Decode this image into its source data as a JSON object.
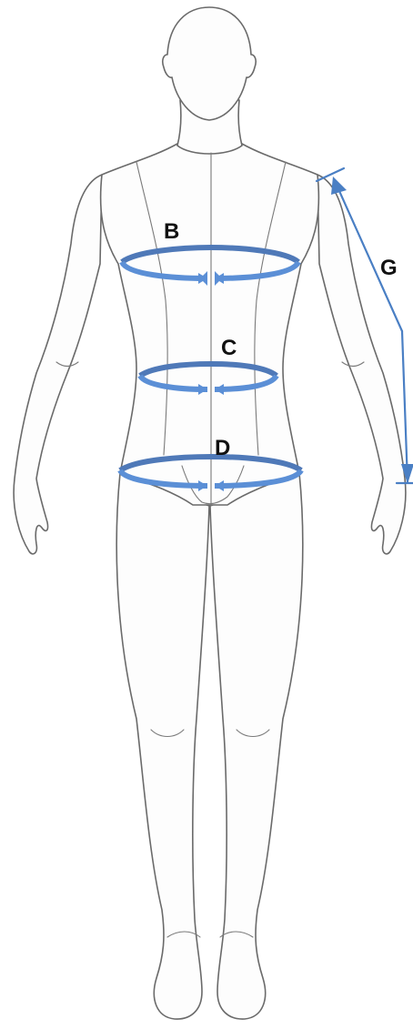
{
  "labels": {
    "b": "B",
    "c": "C",
    "d": "D",
    "g": "G"
  },
  "colors": {
    "outline": "#6a6a6a",
    "band_back": "#4f79b8",
    "band_front": "#5b8fd6",
    "arm_line": "#4a7fc4"
  }
}
